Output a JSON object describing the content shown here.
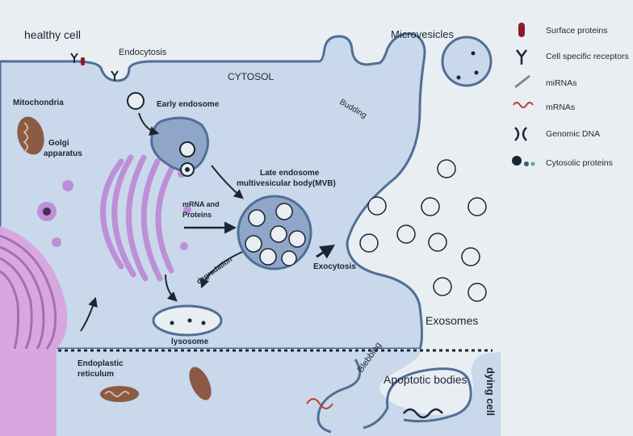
{
  "labels": {
    "healthy_cell": "healthy cell",
    "endocytosis": "Endocytosis",
    "cytosol": "CYTOSOL",
    "microvesicles": "Microvesicles",
    "mitochondria": "Mitochondria",
    "early_endosome": "Early endosome",
    "budding": "Budding",
    "golgi_line1": "Golgi",
    "golgi_line2": "apparatus",
    "late_endosome_line1": "Late endosome",
    "late_endosome_line2": "multivesicular body(MVB)",
    "mrna_line1": "mRNA and",
    "mrna_line2": "Proteins",
    "degradation": "degradation",
    "exocytosis": "Exocytosis",
    "exosomes": "Exosomes",
    "lysosome": "lysosome",
    "er_line1": "Endoplastic",
    "er_line2": "reticulum",
    "blebbing": "Blebbing",
    "apoptotic_bodies": "Apoptotic bodies",
    "dying_cell": "dying cell"
  },
  "legend": [
    {
      "icon": "surface-protein-icon",
      "label": "Surface proteins"
    },
    {
      "icon": "receptor-icon",
      "label": "Cell specific receptors"
    },
    {
      "icon": "mirna-icon",
      "label": "miRNAs"
    },
    {
      "icon": "mrna-icon",
      "label": "mRNAs"
    },
    {
      "icon": "dna-icon",
      "label": "Genomic DNA"
    },
    {
      "icon": "cytosolic-proteins-icon",
      "label": "Cytosolic proteins"
    }
  ],
  "colors": {
    "background": "#e9eef3",
    "cytosol": "#c9d8ea",
    "membrane": "#4f6f96",
    "endosome_fill": "#8fa6c8",
    "golgi": "#bd8fd6",
    "er": "#d9a7df",
    "mitochondria": "#8a5a44",
    "surface_protein": "#8b1d2b",
    "dna_red": "#c0392b",
    "text": "#1b2633"
  }
}
